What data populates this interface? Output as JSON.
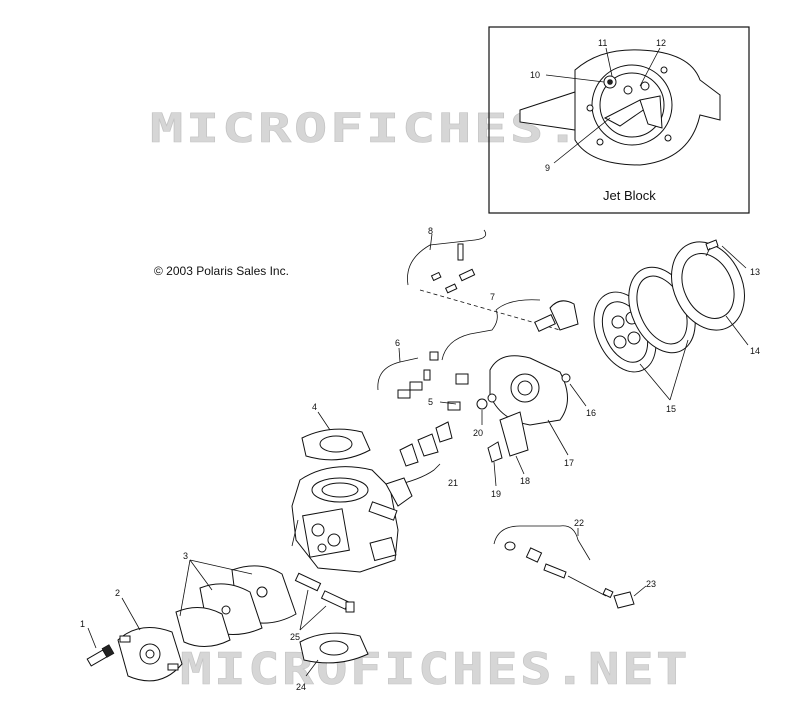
{
  "copyright": "© 2003 Polaris Sales Inc.",
  "inset_title": "Jet Block",
  "watermark_top": "MICROFICHES.NET",
  "watermark_bottom": "MICROFICHES.NET",
  "callouts": {
    "c1": "1",
    "c2": "2",
    "c3": "3",
    "c4": "4",
    "c5": "5",
    "c6": "6",
    "c7": "7",
    "c8": "8",
    "c9": "9",
    "c10": "10",
    "c11": "11",
    "c12": "12",
    "c13": "13",
    "c14": "14",
    "c15": "15",
    "c16": "16",
    "c17": "17",
    "c18": "18",
    "c19": "19",
    "c20": "20",
    "c21": "21",
    "c22": "22",
    "c23": "23",
    "c24": "24",
    "c25": "25"
  }
}
